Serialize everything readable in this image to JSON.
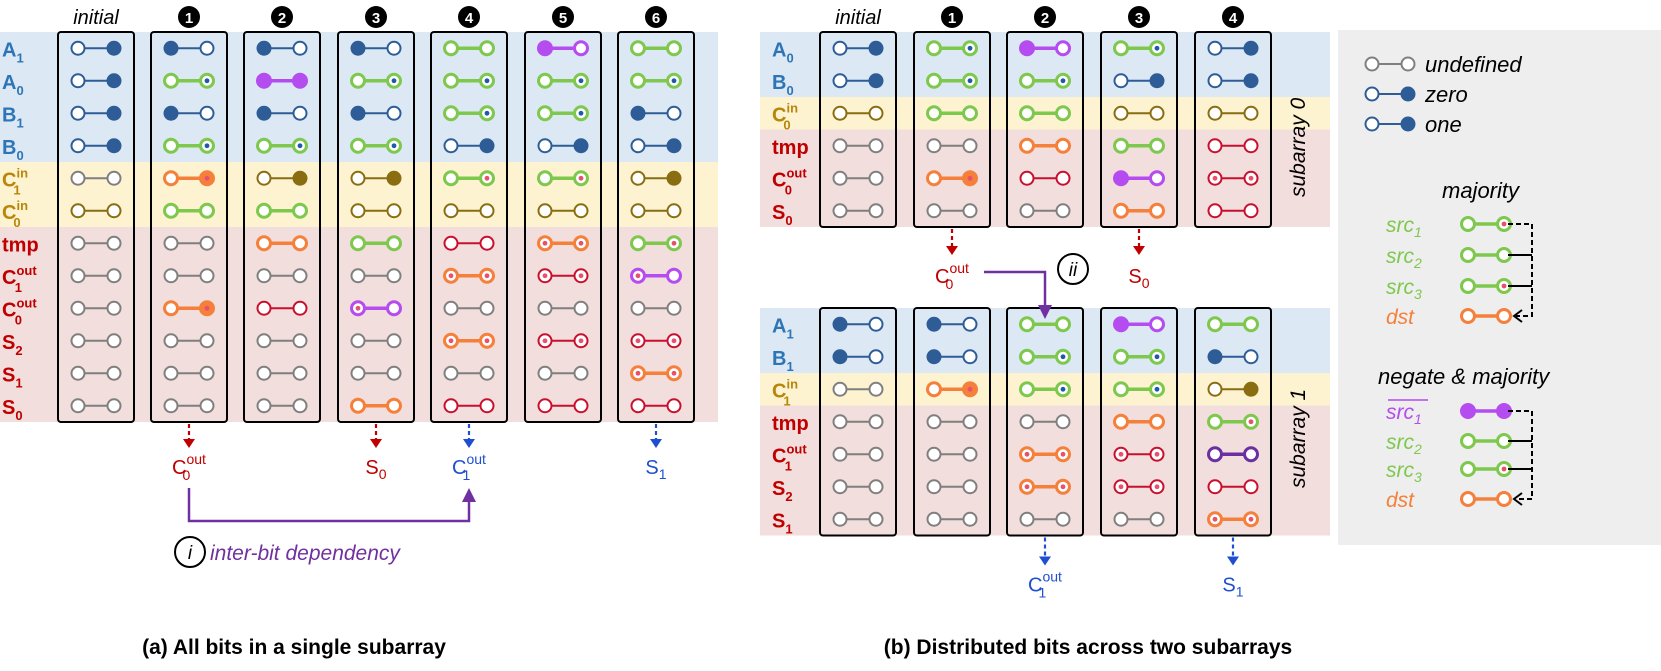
{
  "colors": {
    "blue_label": "#2e75b6",
    "gold_label": "#b8860b",
    "red_label": "#c00000",
    "band_blue": "#dce9f5",
    "band_yellow": "#fdf3d0",
    "band_red": "#f2dedc",
    "legend_bg": "#eeeeee",
    "purple": "#7030a0",
    "down_blue": "#1f4fd0",
    "undefined": "#7f7f7f",
    "zero_one": "#2e5c96",
    "green": "#7ec84e",
    "orange": "#f4803c",
    "red_cell": "#c8102e",
    "violet": "#b44cf0",
    "brown": "#8a6d10",
    "dark_purple": "#6a2fa0",
    "dot_red": "#e8506e",
    "dot_blue": "#1e5aa8"
  },
  "panel_a": {
    "caption": "(a) All bits in a single subarray",
    "column_headers": [
      "initial",
      "1",
      "2",
      "3",
      "4",
      "5",
      "6"
    ],
    "rows": [
      {
        "label": "A",
        "sub": "1",
        "sup": "",
        "group": "blue"
      },
      {
        "label": "A",
        "sub": "0",
        "sup": "",
        "group": "blue"
      },
      {
        "label": "B",
        "sub": "1",
        "sup": "",
        "group": "blue"
      },
      {
        "label": "B",
        "sub": "0",
        "sup": "",
        "group": "blue"
      },
      {
        "label": "C",
        "sub": "1",
        "sup": "in",
        "group": "yellow"
      },
      {
        "label": "C",
        "sub": "0",
        "sup": "in",
        "group": "yellow"
      },
      {
        "label": "tmp",
        "sub": "",
        "sup": "",
        "group": "red"
      },
      {
        "label": "C",
        "sub": "1",
        "sup": "out",
        "group": "red"
      },
      {
        "label": "C",
        "sub": "0",
        "sup": "out",
        "group": "red"
      },
      {
        "label": "S",
        "sub": "2",
        "sup": "",
        "group": "red"
      },
      {
        "label": "S",
        "sub": "1",
        "sup": "",
        "group": "red"
      },
      {
        "label": "S",
        "sub": "0",
        "sup": "",
        "group": "red"
      }
    ],
    "cells": [
      [
        "zo",
        "z",
        "z",
        "z",
        "G",
        "V",
        "G"
      ],
      [
        "oz",
        "Gb",
        "Vv",
        "Gb",
        "Gb",
        "Gb",
        "Gb"
      ],
      [
        "zo",
        "z",
        "z",
        "z",
        "Gb",
        "Gb",
        "z"
      ],
      [
        "oz",
        "Gb",
        "Gb",
        "Gb",
        "zo",
        "zo",
        "zo"
      ],
      [
        "U",
        "Or",
        "B",
        "B",
        "Gr",
        "Gr",
        "B"
      ],
      [
        "Bo",
        "G",
        "G",
        "Bo",
        "Bo",
        "Bo",
        "Bo"
      ],
      [
        "U",
        "U",
        "O",
        "G",
        "R",
        "Or2",
        "Gr"
      ],
      [
        "U",
        "U",
        "U",
        "U",
        "Or2",
        "Rr",
        "Vr"
      ],
      [
        "U",
        "Or",
        "R",
        "Vr",
        "U",
        "U",
        "U"
      ],
      [
        "U",
        "U",
        "U",
        "U",
        "Or2",
        "Rr",
        "Rr"
      ],
      [
        "U",
        "U",
        "U",
        "U",
        "U",
        "U",
        "Or2"
      ],
      [
        "U",
        "U",
        "U",
        "O",
        "R",
        "R",
        "R"
      ]
    ],
    "outputs": [
      {
        "col": 1,
        "base": "C",
        "sub": "0",
        "sup": "out",
        "color": "red"
      },
      {
        "col": 3,
        "base": "S",
        "sub": "0",
        "sup": "",
        "color": "red"
      },
      {
        "col": 4,
        "base": "C",
        "sub": "1",
        "sup": "out",
        "color": "blue"
      },
      {
        "col": 6,
        "base": "S",
        "sub": "1",
        "sup": "",
        "color": "blue"
      }
    ],
    "dependency_marker": "i",
    "dependency_label": "inter-bit dependency"
  },
  "panel_b": {
    "caption": "(b) Distributed bits across two subarrays",
    "column_headers": [
      "initial",
      "1",
      "2",
      "3",
      "4"
    ],
    "sub0": {
      "name": "subarray 0",
      "rows": [
        {
          "label": "A",
          "sub": "0",
          "sup": "",
          "group": "blue"
        },
        {
          "label": "B",
          "sub": "0",
          "sup": "",
          "group": "blue"
        },
        {
          "label": "C",
          "sub": "0",
          "sup": "in",
          "group": "yellow"
        },
        {
          "label": "tmp",
          "sub": "",
          "sup": "",
          "group": "red"
        },
        {
          "label": "C",
          "sub": "0",
          "sup": "out",
          "group": "red"
        },
        {
          "label": "S",
          "sub": "0",
          "sup": "",
          "group": "red"
        }
      ],
      "cells": [
        [
          "zo",
          "Gb",
          "V",
          "Gb",
          "zo"
        ],
        [
          "zo",
          "Gb",
          "Gb",
          "zo",
          "zo"
        ],
        [
          "Bo",
          "G",
          "G",
          "Bo",
          "Bo"
        ],
        [
          "U",
          "U",
          "O",
          "G",
          "R"
        ],
        [
          "U",
          "Or",
          "R",
          "V",
          "Rr"
        ],
        [
          "U",
          "U",
          "U",
          "O",
          "R"
        ]
      ]
    },
    "sub1": {
      "name": "subarray 1",
      "rows": [
        {
          "label": "A",
          "sub": "1",
          "sup": "",
          "group": "blue"
        },
        {
          "label": "B",
          "sub": "1",
          "sup": "",
          "group": "blue"
        },
        {
          "label": "C",
          "sub": "1",
          "sup": "in",
          "group": "yellow"
        },
        {
          "label": "tmp",
          "sub": "",
          "sup": "",
          "group": "red"
        },
        {
          "label": "C",
          "sub": "1",
          "sup": "out",
          "group": "red"
        },
        {
          "label": "S",
          "sub": "2",
          "sup": "",
          "group": "red"
        },
        {
          "label": "S",
          "sub": "1",
          "sup": "",
          "group": "red"
        }
      ],
      "cells": [
        [
          "z",
          "z",
          "G",
          "V",
          "G"
        ],
        [
          "z",
          "z",
          "Gb",
          "Gb",
          "z"
        ],
        [
          "U",
          "Or",
          "Gb",
          "Gb",
          "B"
        ],
        [
          "U",
          "U",
          "U",
          "O",
          "Gr"
        ],
        [
          "U",
          "U",
          "Or2",
          "Rr",
          "Vd"
        ],
        [
          "U",
          "U",
          "Or2",
          "Rr",
          "R"
        ],
        [
          "U",
          "U",
          "U",
          "U",
          "Or2"
        ]
      ]
    },
    "mid_outputs": [
      {
        "col": 1,
        "base": "C",
        "sub": "0",
        "sup": "out",
        "color": "red"
      },
      {
        "col": 3,
        "base": "S",
        "sub": "0",
        "sup": "",
        "color": "red"
      }
    ],
    "bottom_outputs": [
      {
        "col": 2,
        "base": "C",
        "sub": "1",
        "sup": "out",
        "color": "blue"
      },
      {
        "col": 4,
        "base": "S",
        "sub": "1",
        "sup": "",
        "color": "blue"
      }
    ],
    "transfer_marker": "ii"
  },
  "legend": {
    "undefined": "undefined",
    "zero": "zero",
    "one": "one",
    "majority_title": "majority",
    "majority_items": [
      "src",
      "src",
      "src",
      "dst"
    ],
    "majority_subs": [
      "1",
      "2",
      "3",
      ""
    ],
    "negate_title": "negate & majority",
    "negate_items": [
      "src",
      "src",
      "src",
      "dst"
    ],
    "negate_subs": [
      "1",
      "2",
      "3",
      ""
    ]
  }
}
